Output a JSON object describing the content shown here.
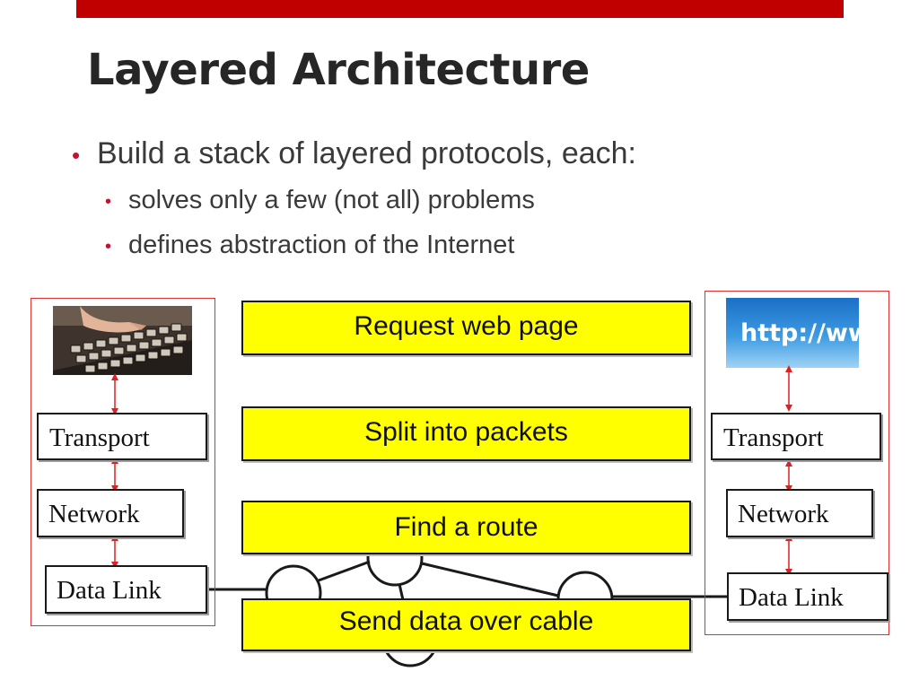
{
  "header": {
    "accent_color": "#c00000"
  },
  "slide": {
    "title": "Layered Architecture",
    "bullets": [
      {
        "text": "Build a stack of layered protocols, each:",
        "sub": [
          "solves only a few (not all) problems",
          "defines abstraction of the Internet"
        ]
      }
    ]
  },
  "diagram": {
    "steps": [
      "Request web page",
      "Split into packets",
      "Find a route",
      "Send data over cable"
    ],
    "left_stack": {
      "image": "keyboard-image",
      "layers": [
        "Transport",
        "Network",
        "Data Link"
      ]
    },
    "right_stack": {
      "image": "http-url-image",
      "image_text": "http://www",
      "layers": [
        "Transport",
        "Network",
        "Data Link"
      ]
    },
    "colors": {
      "step_fill": "#ffff00",
      "frame": "#e03030",
      "arrow": "#e02020"
    }
  }
}
